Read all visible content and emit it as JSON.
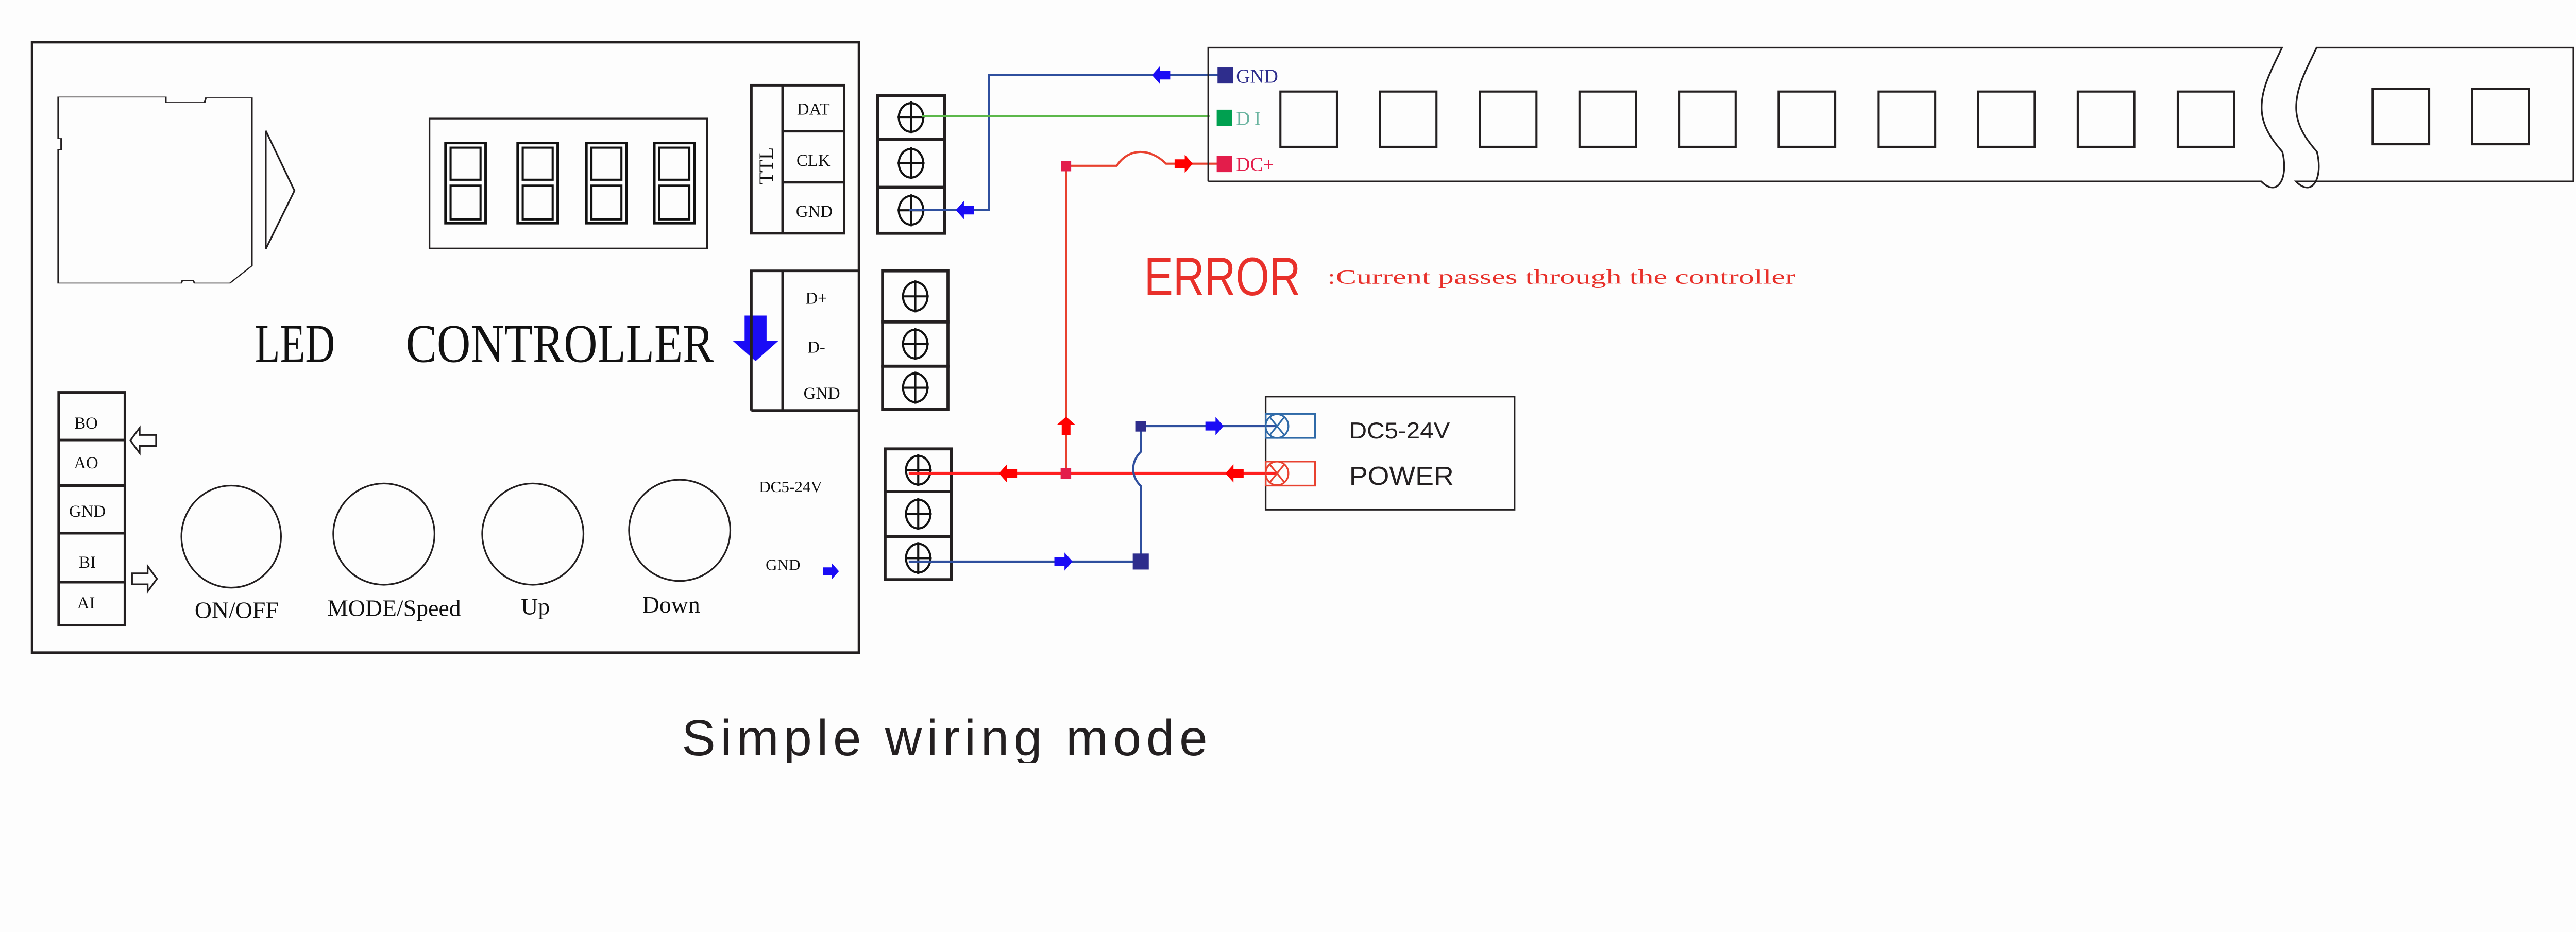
{
  "colors": {
    "outline": "#231f20",
    "gnd_wire": "#2f4f9e",
    "gnd_marker": "#2e2d8c",
    "data_wire": "#5cb84a",
    "di_marker": "#00a050",
    "di_text": "#6ab4a0",
    "power_wire": "#e8412f",
    "dc_marker": "#e31d4b",
    "arrow_blue": "#1a0cf5",
    "arrow_red": "#ff0000",
    "error": "#e8302a"
  },
  "controller": {
    "title_left": "LED",
    "title_right": "CONTROLLER",
    "ttl_label": "TTL",
    "ttl_pins": [
      "DAT",
      "CLK",
      "GND"
    ],
    "dmx_pins": [
      "D+",
      "D-",
      "GND"
    ],
    "sync_pins": [
      "BO",
      "AO",
      "GND",
      "BI",
      "AI"
    ],
    "buttons": [
      "ON/OFF",
      "MODE/Speed",
      "Up",
      "Down"
    ],
    "power_in_label": "DC5-24V",
    "gnd_label": "GND",
    "display_digits": 4
  },
  "strip": {
    "pins": [
      "GND",
      "DI",
      "DC+"
    ],
    "pixel_count_visible": 12
  },
  "error": {
    "title": "ERROR",
    "message": ":Current passes through the controller"
  },
  "power_supply": {
    "voltage": "DC5-24V",
    "label": "POWER"
  },
  "caption": "Simple wiring mode"
}
